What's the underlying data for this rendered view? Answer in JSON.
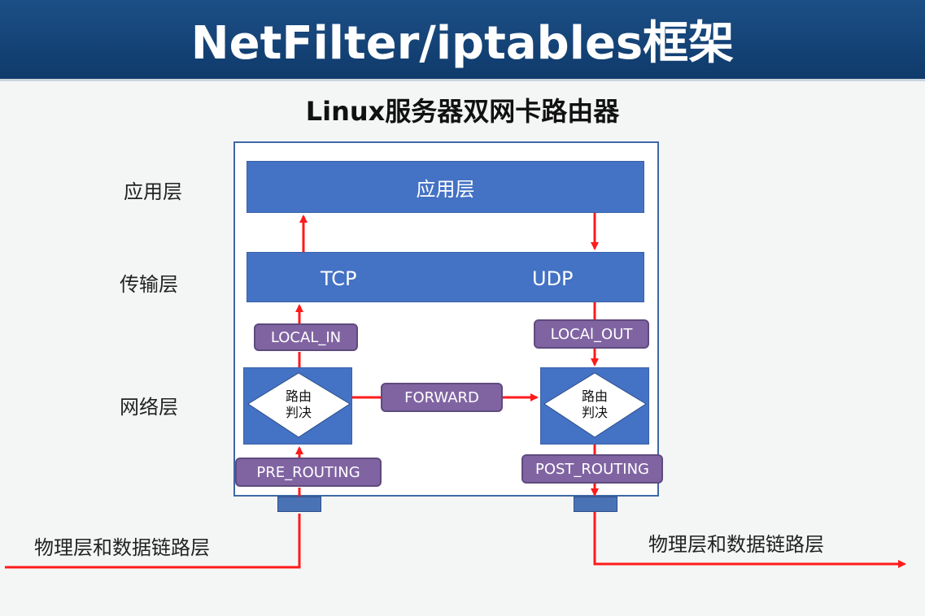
{
  "header": {
    "title": "NetFilter/iptables框架"
  },
  "subtitle": "Linux服务器双网卡路由器",
  "layers": {
    "application": "应用层",
    "transport": "传输层",
    "network": "网络层"
  },
  "boxes": {
    "app_layer": "应用层",
    "tcp": "TCP",
    "udp": "UDP",
    "route_decision_line1": "路由",
    "route_decision_line2": "判决"
  },
  "hooks": {
    "local_in": "LOCAL_IN",
    "local_out": "LOCAl_OUT",
    "forward": "FORWARD",
    "pre_routing": "PRE_ROUTING",
    "post_routing": "POST_ROUTING"
  },
  "physical": {
    "left": "物理层和数据链路层",
    "right": "物理层和数据链路层"
  },
  "colors": {
    "title_bg": "#174677",
    "block_blue": "#4472c4",
    "hook_purple": "#8064a2",
    "arrow_red": "#ff1a1a"
  }
}
